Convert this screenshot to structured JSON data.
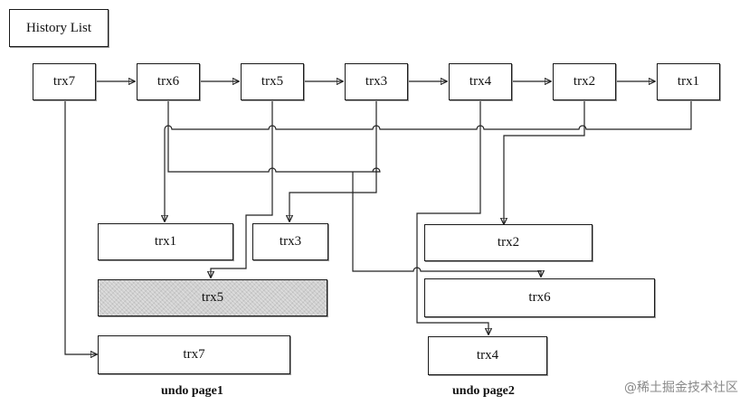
{
  "history_list": {
    "label": "History List"
  },
  "chain": [
    "trx7",
    "trx6",
    "trx5",
    "trx3",
    "trx4",
    "trx2",
    "trx1"
  ],
  "undo_page1": {
    "caption": "undo page1",
    "records": [
      "trx1",
      "trx3",
      "trx5",
      "trx7"
    ]
  },
  "undo_page2": {
    "caption": "undo page2",
    "records": [
      "trx2",
      "trx6",
      "trx4"
    ]
  },
  "watermark": "@稀土掘金技术社区"
}
